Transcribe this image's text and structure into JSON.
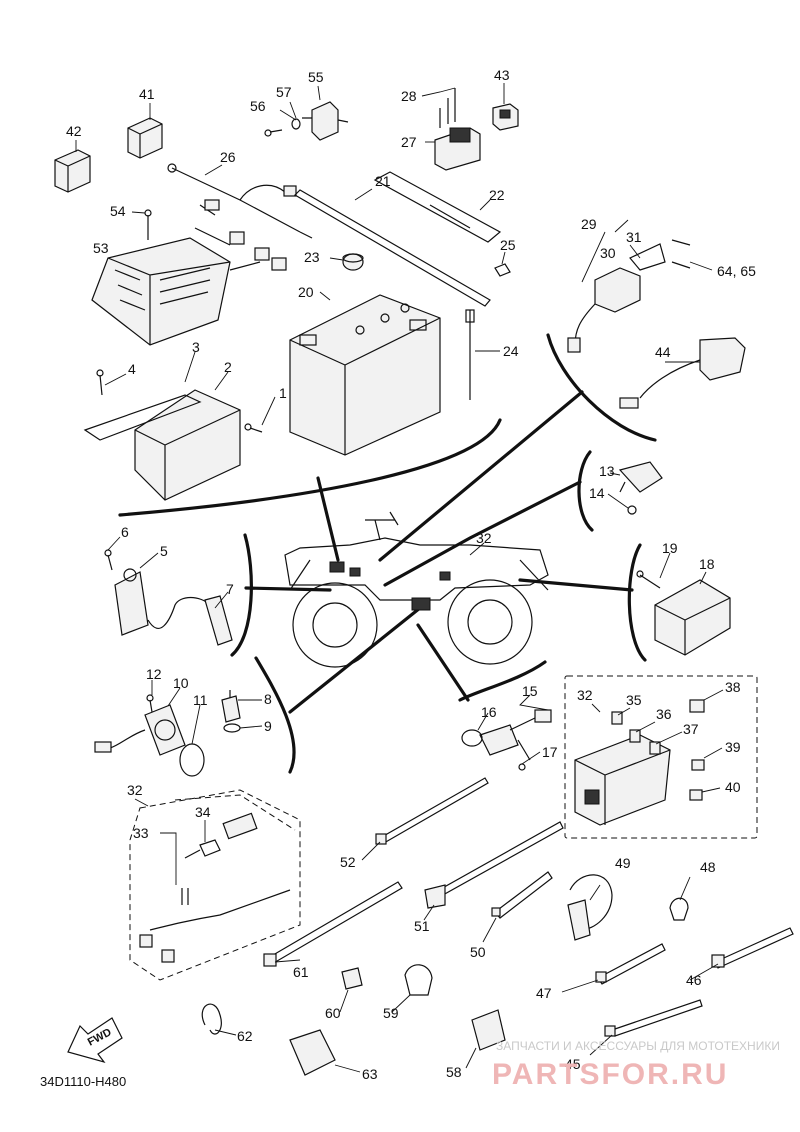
{
  "diagram": {
    "code": "34D1110-H480",
    "fwd_label": "FWD",
    "callouts": [
      "1",
      "2",
      "3",
      "4",
      "5",
      "6",
      "7",
      "8",
      "9",
      "10",
      "11",
      "12",
      "13",
      "14",
      "15",
      "16",
      "17",
      "18",
      "19",
      "20",
      "21",
      "22",
      "23",
      "24",
      "25",
      "26",
      "27",
      "28",
      "29",
      "30",
      "31",
      "32",
      "32",
      "32",
      "33",
      "34",
      "35",
      "36",
      "37",
      "38",
      "39",
      "40",
      "41",
      "42",
      "43",
      "44",
      "45",
      "46",
      "47",
      "48",
      "49",
      "50",
      "51",
      "52",
      "53",
      "54",
      "55",
      "56",
      "57",
      "58",
      "59",
      "60",
      "61",
      "62",
      "63",
      "64, 65"
    ]
  },
  "watermark": {
    "caption": "ЗАПЧАСТИ И АКСЕССУАРЫ ДЛЯ МОТОТЕХНИКИ",
    "site": "PARTSFOR.RU"
  }
}
